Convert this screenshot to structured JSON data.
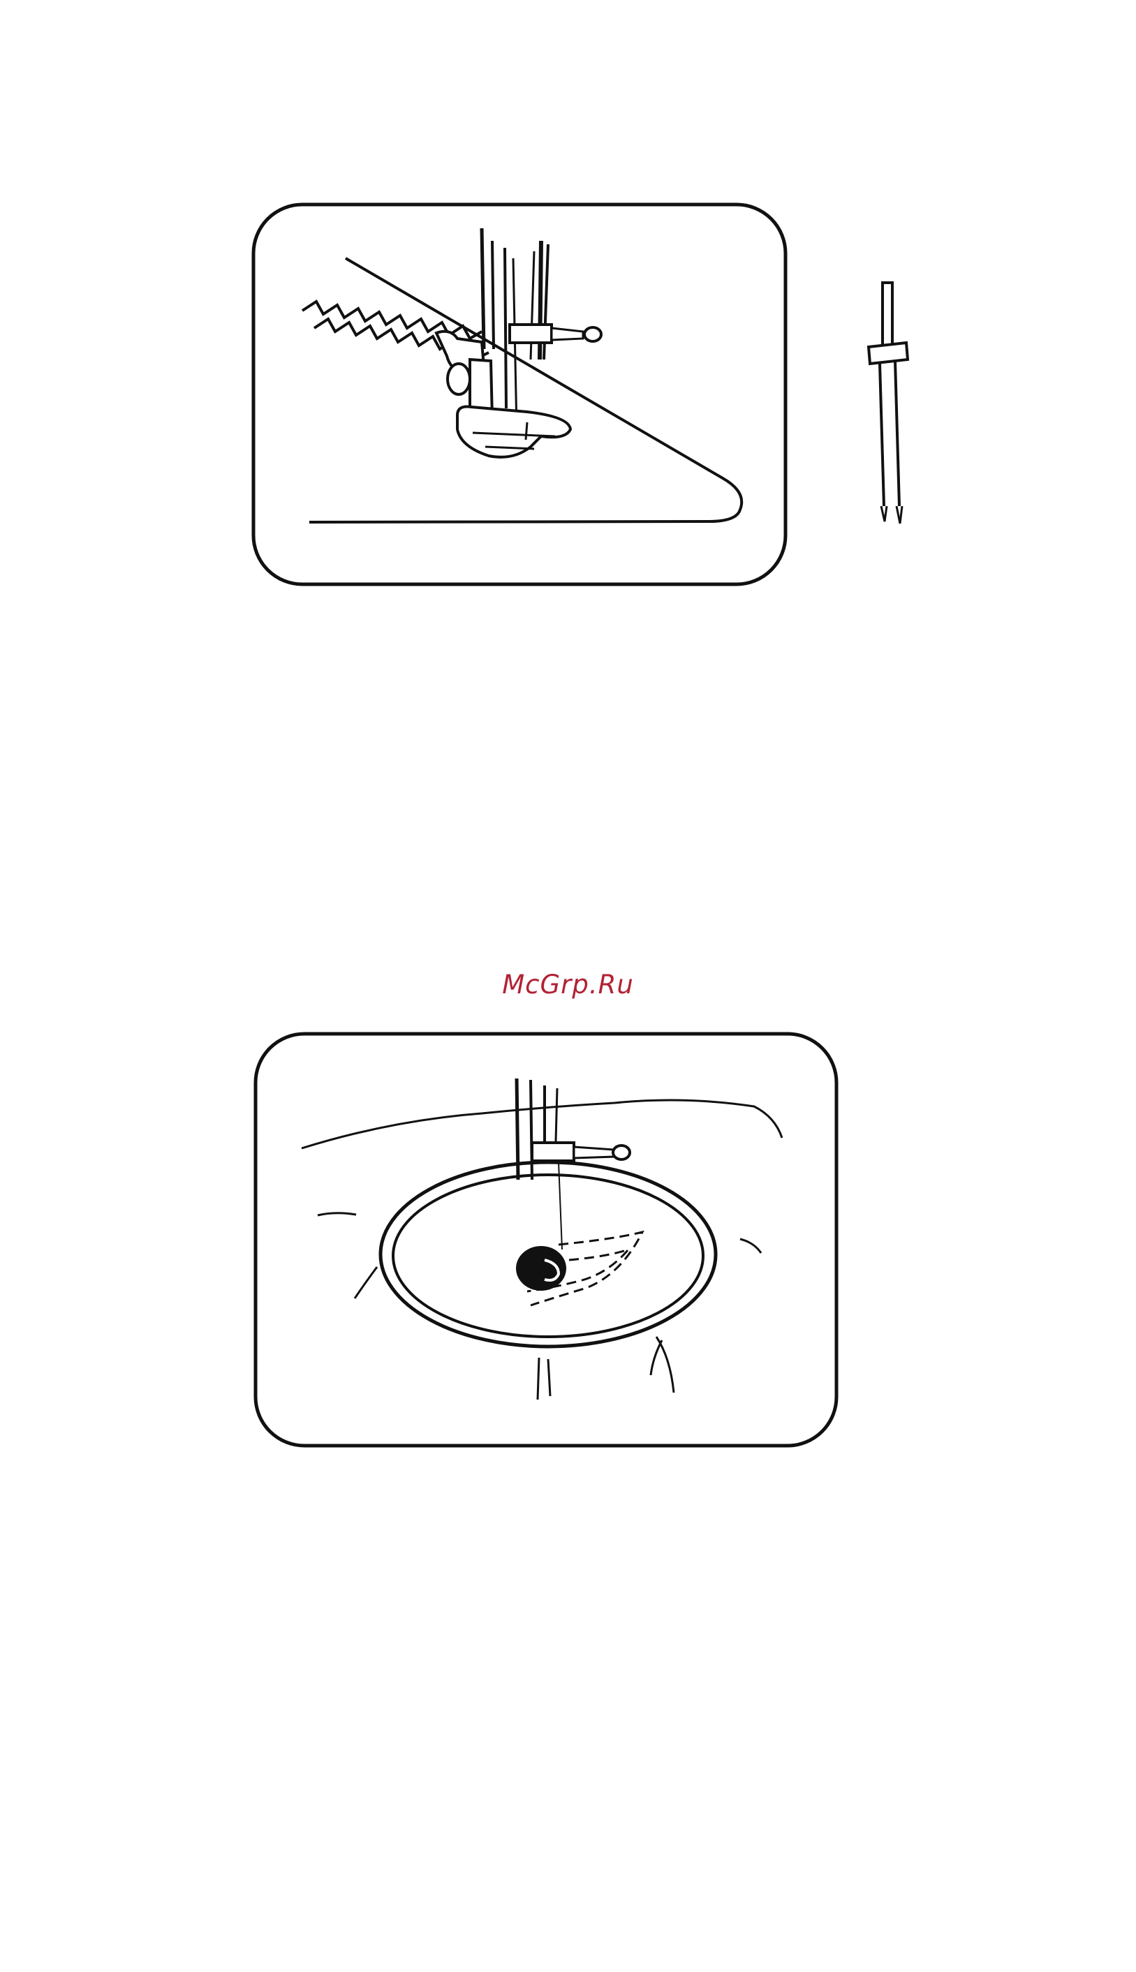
{
  "watermark": {
    "text": "McGrp.Ru",
    "color": "#b22234"
  },
  "figures": [
    {
      "name": "twin-needle-zigzag-sewing",
      "icon": "presser-foot-icon"
    },
    {
      "name": "twin-needle",
      "icon": "twin-needle-icon"
    },
    {
      "name": "embroidery-hoop-darning",
      "icon": "embroidery-hoop-icon"
    }
  ],
  "colors": {
    "ink": "#111111",
    "background": "#ffffff"
  }
}
